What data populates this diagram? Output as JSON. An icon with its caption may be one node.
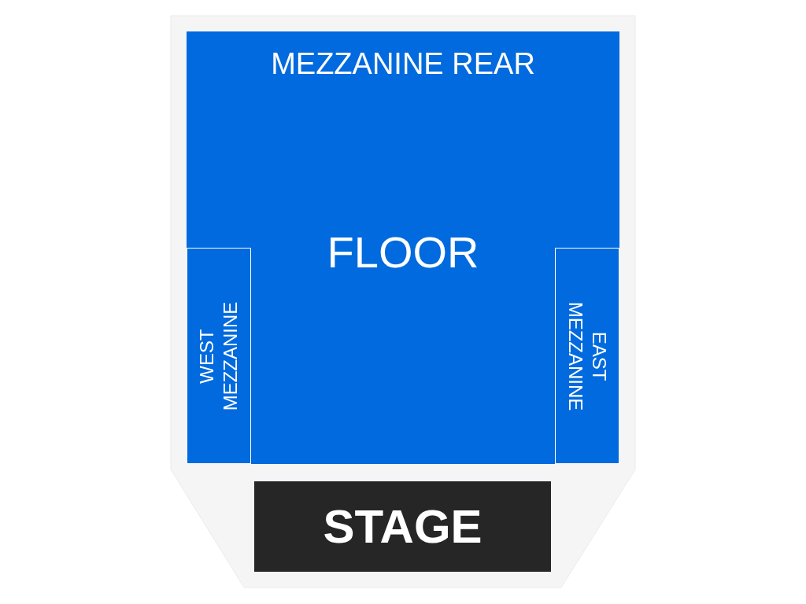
{
  "diagram": {
    "nodes": [
      {
        "text": [
          "MEZZANINE REAR"
        ]
      },
      {
        "text": [
          "FLOOR"
        ]
      },
      {
        "text": [
          "WEST MEZZANINE"
        ]
      },
      {
        "text": [
          "EAST MEZZANINE"
        ]
      },
      {
        "text": [
          "STAGE"
        ]
      }
    ],
    "edges": []
  }
}
